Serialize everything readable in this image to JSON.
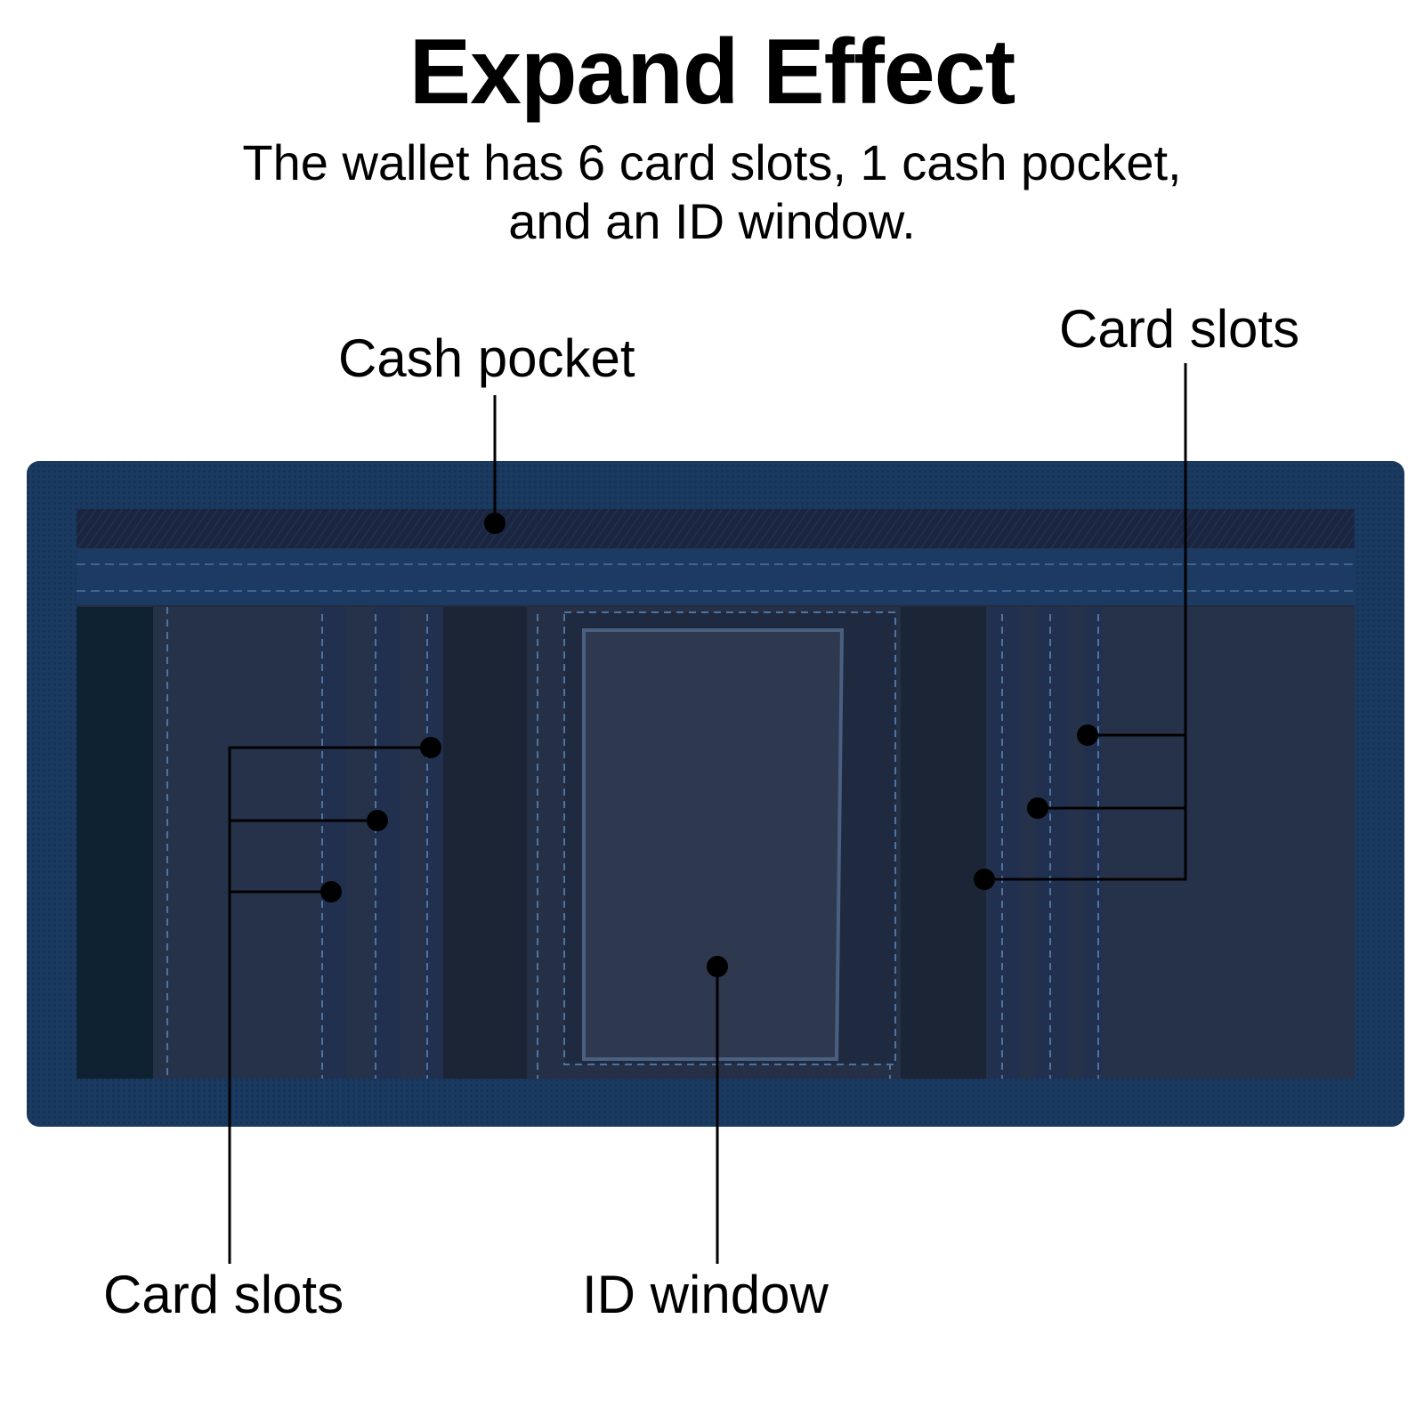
{
  "title": "Expand Effect",
  "subtitle": {
    "line1": "The wallet has 6 card slots, 1 cash pocket,",
    "line2": "and an ID window."
  },
  "labels": {
    "cash_pocket": "Cash pocket",
    "card_slots_right": "Card slots",
    "card_slots_left": "Card slots",
    "id_window": "ID window"
  },
  "colors": {
    "binding": "#1b3a60",
    "interior": "#222d3e",
    "stitch": "#4d74a1",
    "callout": "#000000"
  }
}
